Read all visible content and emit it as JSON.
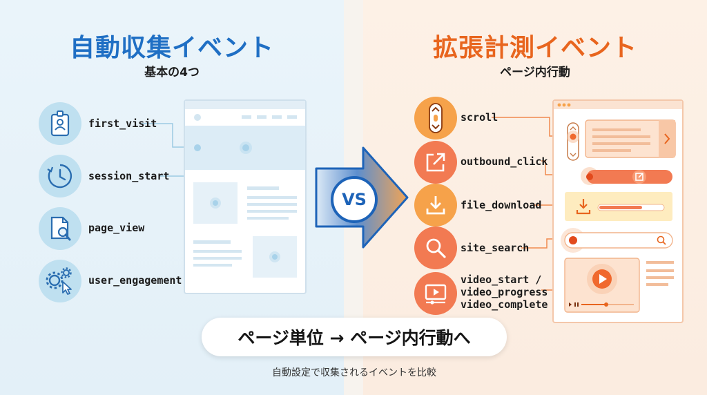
{
  "left": {
    "title": "自動収集イベント",
    "subtitle": "基本の4つ",
    "events": [
      {
        "label": "first_visit",
        "icon": "id-badge-icon"
      },
      {
        "label": "session_start",
        "icon": "clock-icon"
      },
      {
        "label": "page_view",
        "icon": "document-search-icon"
      },
      {
        "label": "user_engagement",
        "icon": "gears-cursor-icon"
      }
    ]
  },
  "right": {
    "title": "拡張計測イベント",
    "subtitle": "ページ内行動",
    "events": [
      {
        "label": "scroll",
        "icon": "scroll-icon"
      },
      {
        "label": "outbound_click",
        "icon": "external-link-icon"
      },
      {
        "label": "file_download",
        "icon": "download-icon"
      },
      {
        "label": "site_search",
        "icon": "magnifier-icon"
      },
      {
        "label": "video_start /\nvideo_progress /\nvideo_complete",
        "icon": "video-icon"
      }
    ]
  },
  "vs": "VS",
  "banner": "ページ単位 → ページ内行動へ",
  "caption": "自動設定で収集されるイベントを比較",
  "colors": {
    "left_accent": "#1f6fc4",
    "right_accent": "#e8651e",
    "left_bg": "#e6f2f9",
    "right_bg": "#fcefe3"
  }
}
